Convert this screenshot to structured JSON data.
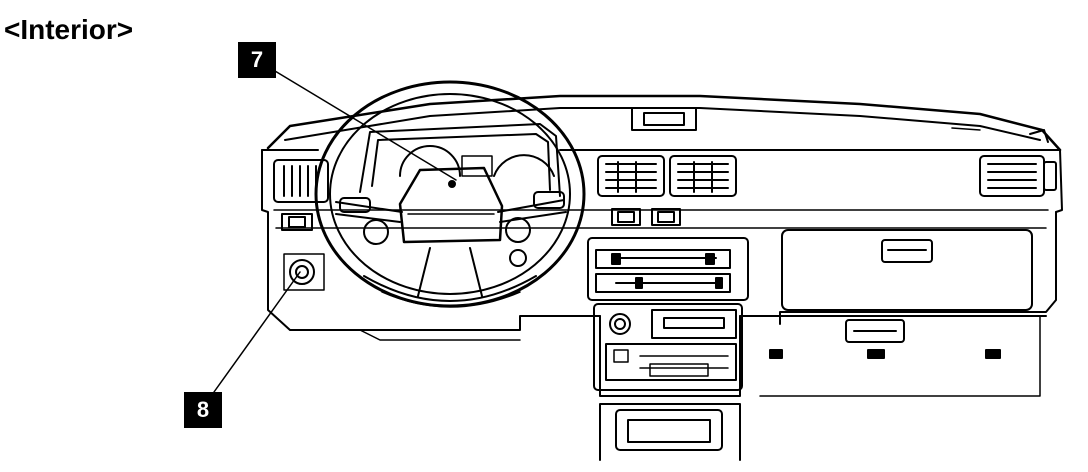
{
  "page": {
    "title": "<Interior>"
  },
  "callouts": [
    {
      "label": "7",
      "target": "steering-wheel-center-pad"
    },
    {
      "label": "8",
      "target": "lower-left-dashboard-knob"
    }
  ],
  "colors": {
    "ink": "#000000",
    "paper": "#ffffff",
    "callout_text": "#ffffff"
  }
}
